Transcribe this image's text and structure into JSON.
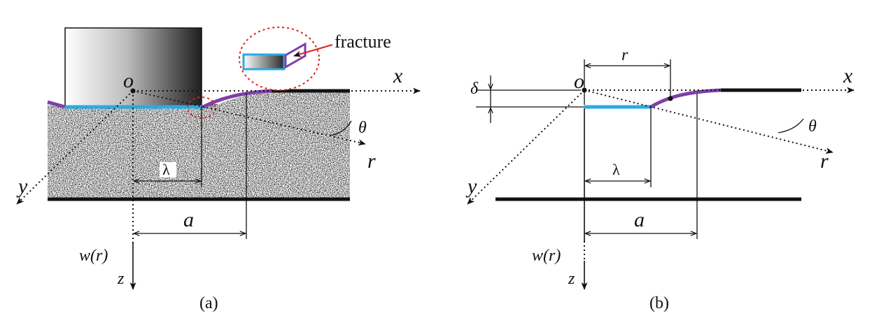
{
  "labels": {
    "x": "x",
    "y": "y",
    "z": "z",
    "r": "r",
    "o": "o",
    "theta": "θ",
    "lambda": "λ",
    "a": "a",
    "delta": "δ",
    "w": "w(r)",
    "fracture": "fracture"
  },
  "captions": {
    "a": "(a)",
    "b": "(b)"
  },
  "colors": {
    "contact": "#29abe2",
    "fracture": "#7e3fa8",
    "highlight": "#e02020",
    "surface": "#111111"
  }
}
